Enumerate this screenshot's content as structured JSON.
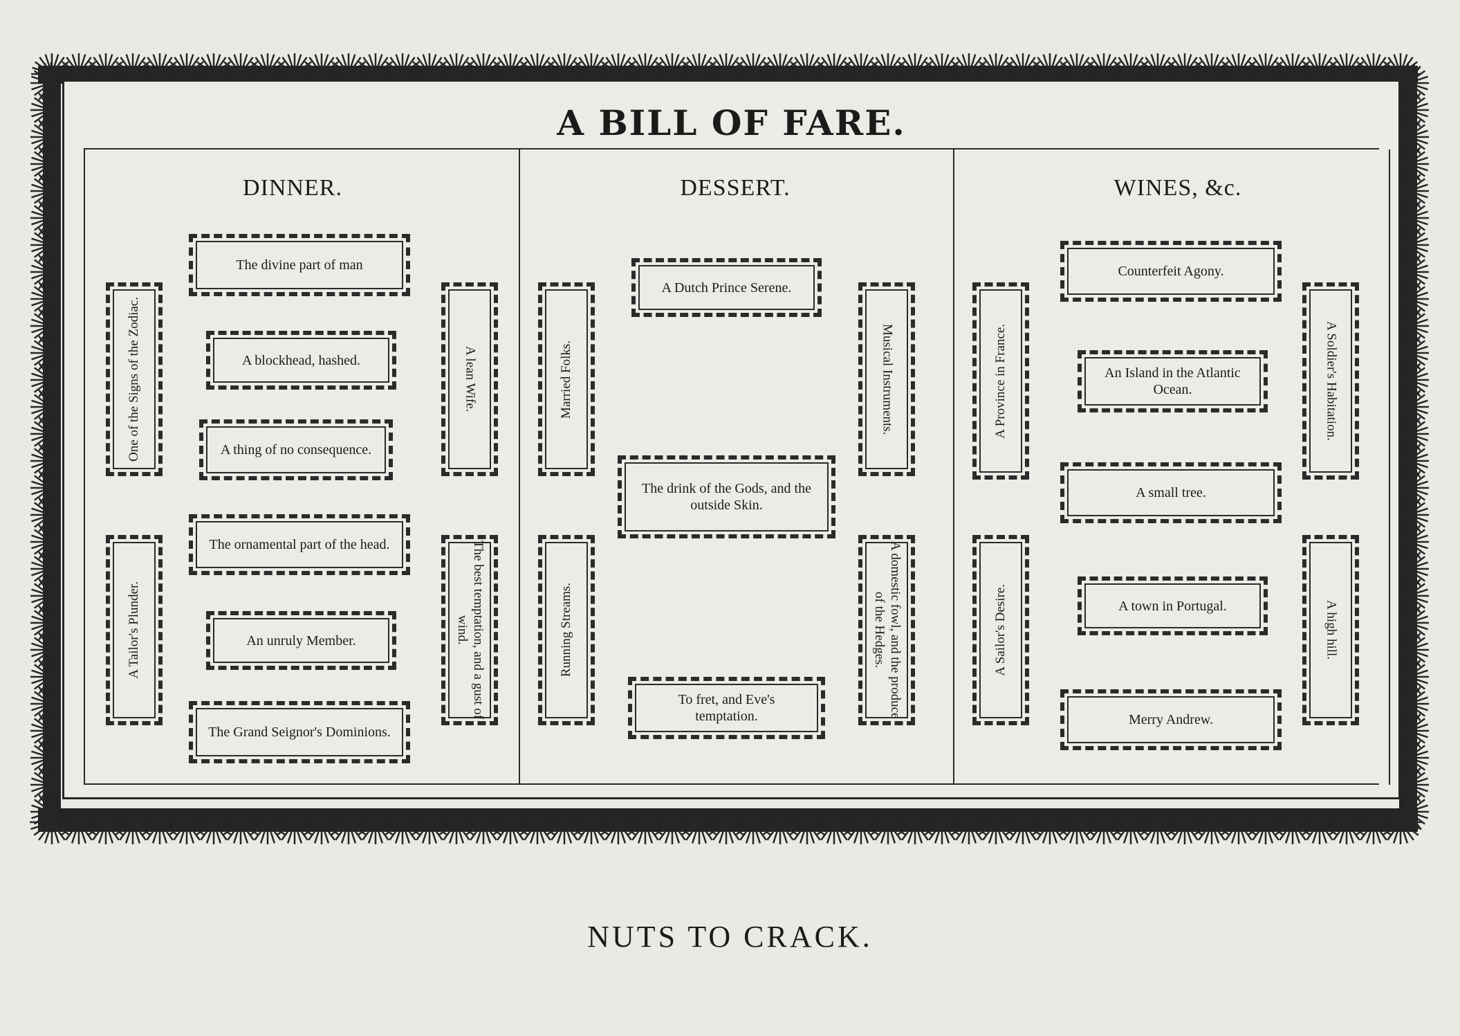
{
  "title": "A BILL OF FARE.",
  "columns": {
    "dinner": "DINNER.",
    "dessert": "DESSERT.",
    "wines": "WINES, &c."
  },
  "dinner_items": [
    "The divine part of man",
    "A blockhead, hashed.",
    "A thing of no consequence.",
    "The ornamental part of the head.",
    "An unruly Member.",
    "The Grand Seignor's Dominions."
  ],
  "dinner_side_items": [
    "One of the Signs of the Zodiac.",
    "A lean Wife.",
    "A Tailor's Plunder.",
    "The best temptation, and a gust of wind."
  ],
  "dessert_items": [
    "A Dutch Prince Serene.",
    "The drink of the Gods, and the outside Skin.",
    "To fret, and Eve's temptation."
  ],
  "dessert_side_items": [
    "Married Folks.",
    "Musical Instruments.",
    "Running Streams.",
    "A domestic fowl, and the produce of the Hedges."
  ],
  "wines_items": [
    "Counterfeit Agony.",
    "An Island in the Atlantic Ocean.",
    "A small tree.",
    "A town in Portugal.",
    "Merry Andrew."
  ],
  "wines_side_items": [
    "A Province in France.",
    "A Soldier's Habitation.",
    "A Sailor's Desire.",
    "A high hill."
  ],
  "footer": "NUTS TO CRACK.",
  "colors": {
    "ink": "#1b1b1b",
    "paper": "#eae9e4"
  }
}
